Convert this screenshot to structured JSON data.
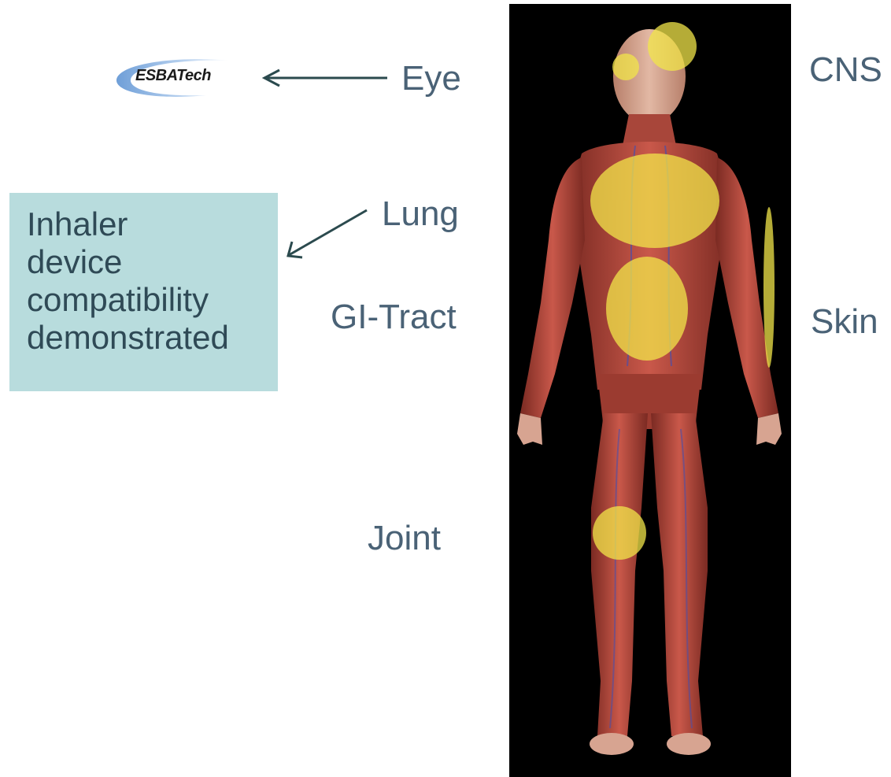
{
  "logo": {
    "text": "ESBATech"
  },
  "labels": {
    "eye": "Eye",
    "lung": "Lung",
    "gi_tract": "GI-Tract",
    "joint": "Joint",
    "cns": "CNS",
    "skin": "Skin"
  },
  "callout": {
    "lines": [
      "Inhaler",
      "device",
      "compatibility",
      "demonstrated"
    ]
  },
  "colors": {
    "label_text": "#4a6276",
    "callout_bg": "#b8dcdd",
    "callout_text": "#2f4a56",
    "arrow": "#2b4a4e",
    "highlight": "#f2e64a",
    "panel_bg": "#000000",
    "muscle": "#b8463a"
  },
  "highlighted_regions": [
    "CNS",
    "Lung",
    "GI-Tract",
    "Joint",
    "Skin"
  ]
}
